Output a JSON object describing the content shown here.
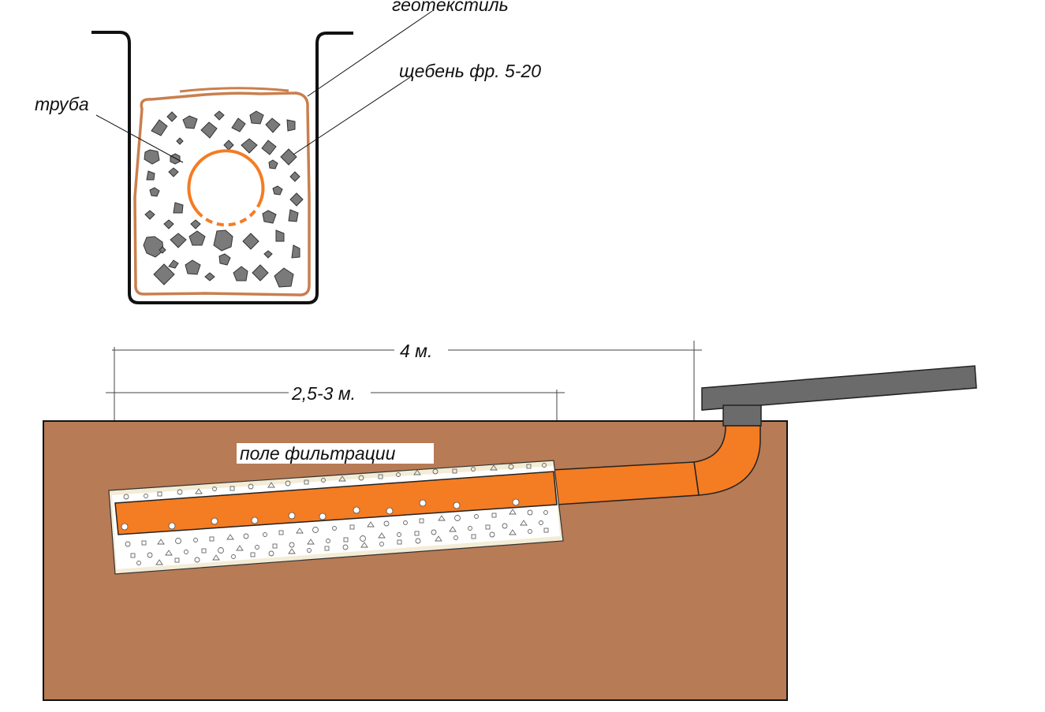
{
  "labels": {
    "geotextile": "геотекстиль",
    "gravel": "щебень фр. 5-20",
    "pipe": "труба",
    "dim_total": "4 м.",
    "dim_field": "2,5-3 м.",
    "field": "поле фильтрации"
  },
  "colors": {
    "soil": "#b77b56",
    "pipe": "#f47c23",
    "geotextile": "#c97f4e",
    "gravel_fill": "#ffffff",
    "gravel_band": "#f3ecd6",
    "tank": "#6b6b6b",
    "stone": "#7a7a7a"
  }
}
